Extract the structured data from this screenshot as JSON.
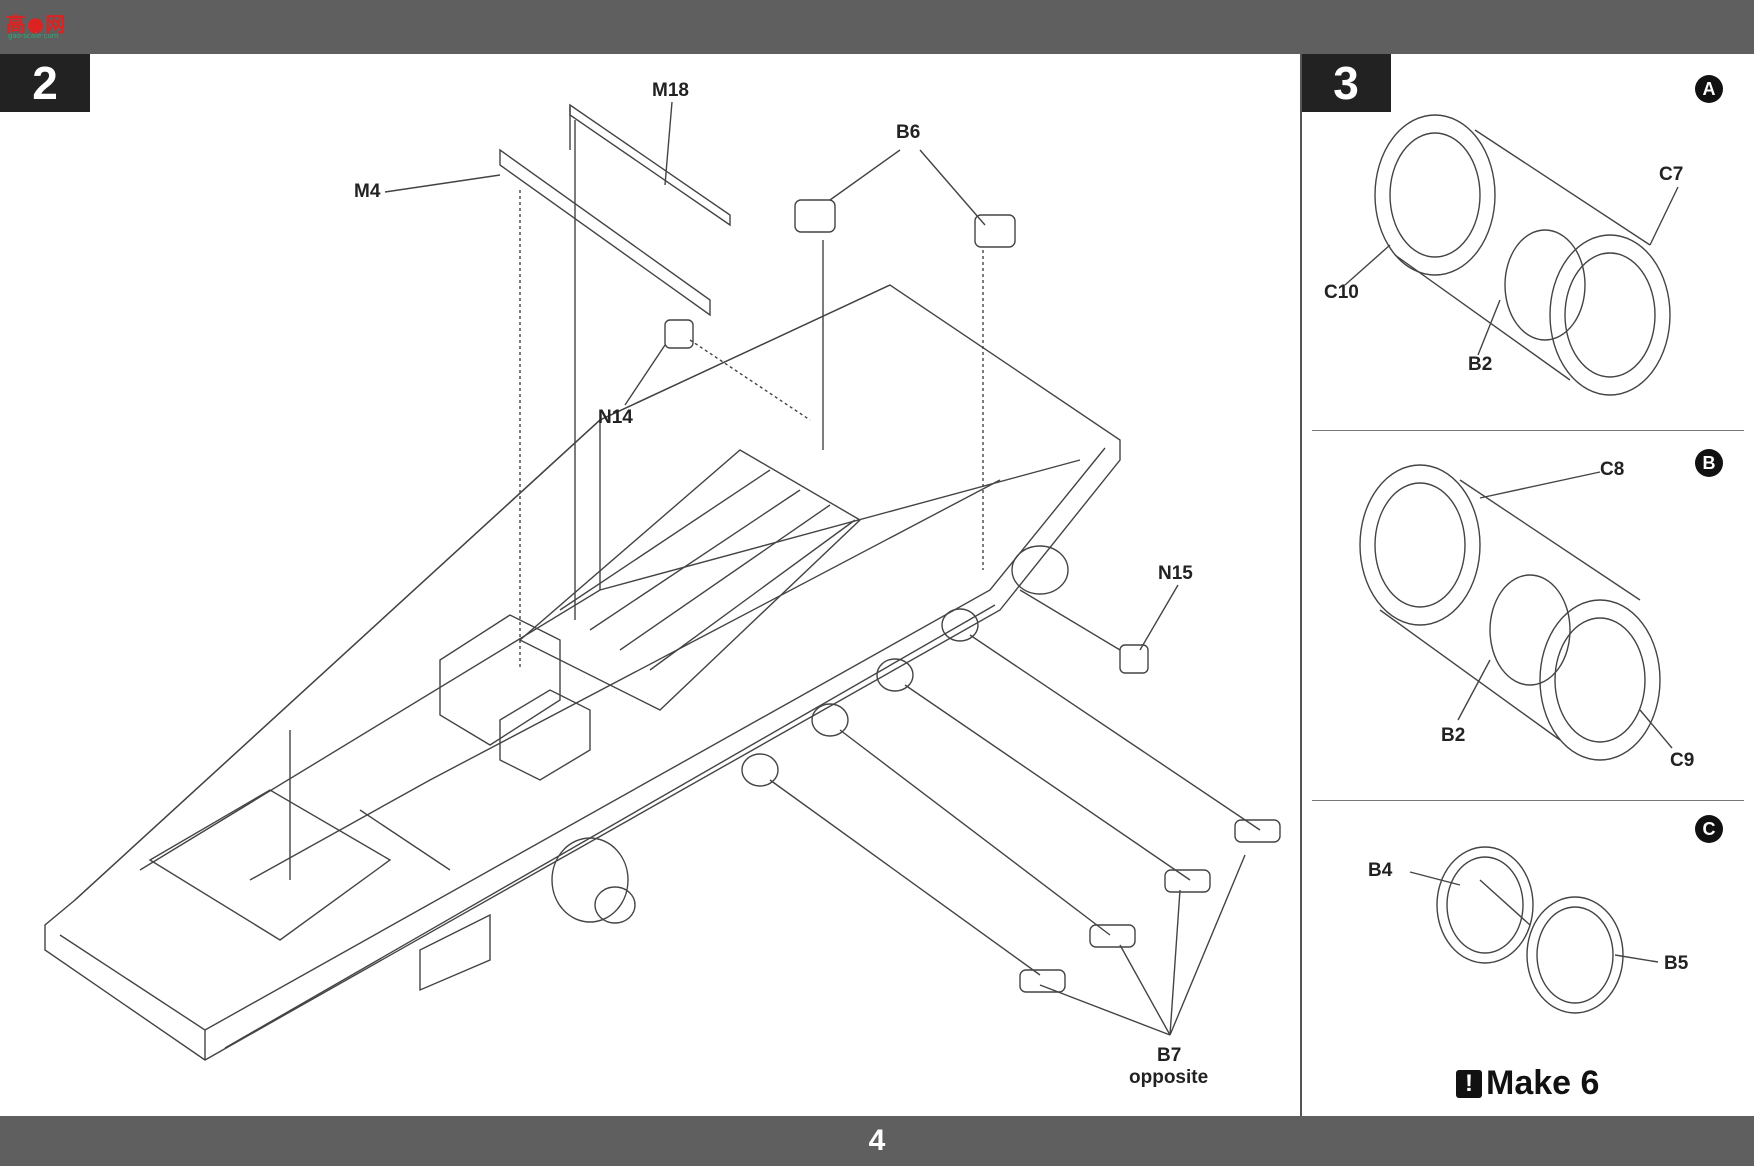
{
  "header": {
    "logo_text": "高●网",
    "logo_sub": "gao·scale·com"
  },
  "footer": {
    "page_number": "4"
  },
  "step2": {
    "number": "2",
    "labels": {
      "m18": "M18",
      "m4": "M4",
      "b6": "B6",
      "n14": "N14",
      "n15": "N15",
      "b7": "B7",
      "b7_note": "opposite"
    }
  },
  "step3": {
    "number": "3",
    "section_a": {
      "marker": "A",
      "labels": {
        "c7": "C7",
        "c10": "C10",
        "b2": "B2"
      }
    },
    "section_b": {
      "marker": "B",
      "labels": {
        "c8": "C8",
        "b2": "B2",
        "c9": "C9"
      }
    },
    "section_c": {
      "marker": "C",
      "labels": {
        "b4": "B4",
        "b5": "B5"
      }
    },
    "make_icon": "!",
    "make_note": "Make 6"
  }
}
